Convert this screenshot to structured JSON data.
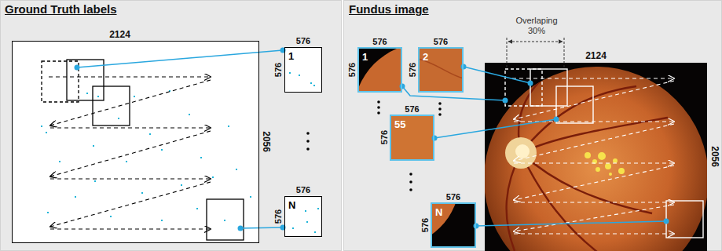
{
  "diagram": {
    "nodes": [
      {
        "text": [
          "Ground Truth labels"
        ]
      },
      {
        "text": [
          "2124",
          "2056"
        ],
        "in": 0
      },
      {
        "text": [
          "576",
          "576",
          "1"
        ],
        "in": 0
      },
      {
        "text": [
          "576",
          "576",
          "N"
        ],
        "in": 0
      },
      {
        "text": [
          "Fundus image"
        ]
      },
      {
        "text": [
          "2124",
          "2056"
        ],
        "in": 4
      },
      {
        "text": [
          "576",
          "576",
          "1"
        ],
        "in": 4
      },
      {
        "text": [
          "576",
          "576",
          "2"
        ],
        "in": 4
      },
      {
        "text": [
          "576",
          "576",
          "55"
        ],
        "in": 4
      },
      {
        "text": [
          "576",
          "576",
          "N"
        ],
        "in": 4
      }
    ],
    "labels": [
      "Overlaping 30%"
    ]
  }
}
